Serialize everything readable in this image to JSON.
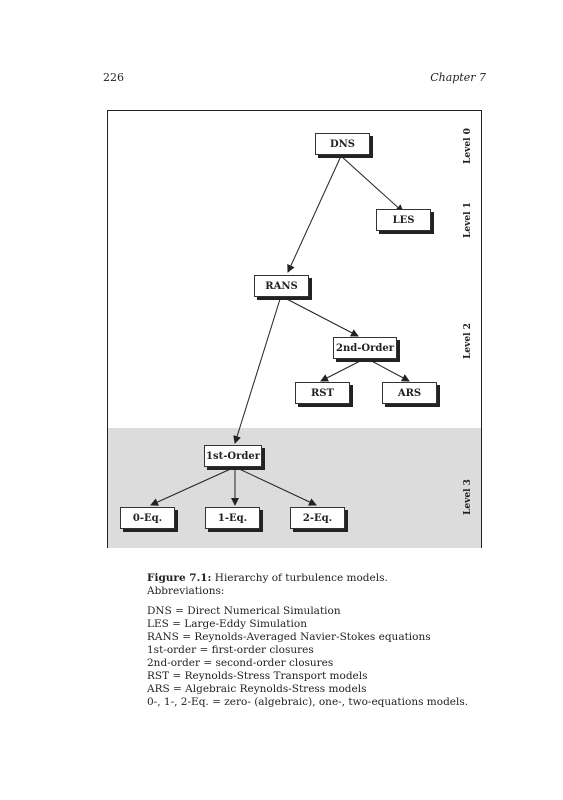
{
  "header": {
    "page_number": "226",
    "chapter": "Chapter 7"
  },
  "figure": {
    "nodes": {
      "dns": "DNS",
      "les": "LES",
      "rans": "RANS",
      "second_order": "2nd-Order",
      "rst": "RST",
      "ars": "ARS",
      "first_order": "1st-Order",
      "zero_eq": "0-Eq.",
      "one_eq": "1-Eq.",
      "two_eq": "2-Eq."
    },
    "levels": [
      "Level 0",
      "Level 1",
      "Level 2",
      "Level 3"
    ],
    "colors": {
      "shade": "#dcdcdc",
      "line": "#222222"
    }
  },
  "caption": {
    "label": "Figure 7.1:",
    "text": "Hierarchy of turbulence models. Abbreviations:",
    "abbreviations": [
      "DNS = Direct Numerical Simulation",
      "LES = Large-Eddy Simulation",
      "RANS = Reynolds-Averaged Navier-Stokes equations",
      "1st-order = first-order closures",
      "2nd-order = second-order closures",
      "RST = Reynolds-Stress Transport models",
      "ARS = Algebraic Reynolds-Stress models",
      "0-, 1-, 2-Eq. = zero- (algebraic), one-, two-equations models."
    ]
  }
}
